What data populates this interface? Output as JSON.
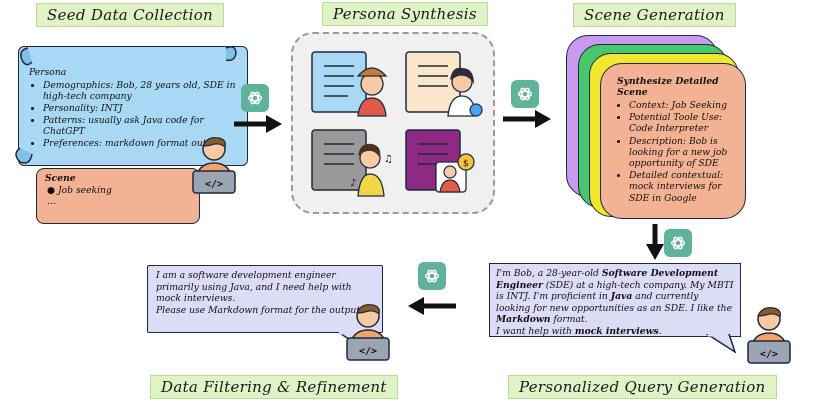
{
  "stages": {
    "seed": "Seed Data Collection",
    "persona": "Persona Synthesis",
    "scene": "Scene Generation",
    "filter": "Data Filtering & Refinement",
    "query": "Personalized Query Generation"
  },
  "seed_persona": {
    "title": "Persona",
    "items": [
      "Demographics: Bob, 28 years old, SDE in high-tech company",
      "Personality: INTJ",
      "Patterns: usually ask Java code for ChatGPT",
      "Preferences: markdown format output"
    ]
  },
  "seed_scene": {
    "title": "Scene",
    "items": [
      "Job seeking",
      "…"
    ]
  },
  "detail_scene": {
    "title": "Synthesize Detailed Scene",
    "items": [
      "Context: Job Seeking",
      "Potential Toole Use: Code Interpreter",
      "Description: Bob is looking for a new job opportunity of SDE",
      "Detailed contextual: mock interviews for SDE in Google"
    ]
  },
  "query_bubble": {
    "t1": "I'm Bob, a 28-year-old ",
    "b1": "Software Development Engineer",
    "t2": " (SDE) at a high-tech company. My MBTI is INTJ. I'm proficient in ",
    "b2": "Java",
    "t3": " and currently looking for new opportunities as an SDE. I like the ",
    "b3": "Markdown",
    "t4": " format.",
    "t5": "I want help with ",
    "b5": "mock interviews",
    "t6": "."
  },
  "filtered_bubble": {
    "line1": "I am a software development engineer primarily using Java, and I need help with mock interviews.",
    "line2": "Please use Markdown format for the outputs."
  },
  "code_glyph": "</>",
  "colors": {
    "title_bg": "#dff3c7",
    "scroll_blue": "#a9d8f5",
    "scene_orange": "#f3b294",
    "bubble_lavender": "#dcdcf7",
    "gpt_green": "#5fb39a",
    "stack_purple": "#c99bf0",
    "stack_green": "#48c76e",
    "stack_yellow": "#f2e62f"
  },
  "icons": [
    "openai-logo-icon",
    "arrow-right-icon",
    "arrow-down-icon",
    "arrow-left-icon",
    "developer-avatar-icon",
    "persona-cards-icon"
  ]
}
